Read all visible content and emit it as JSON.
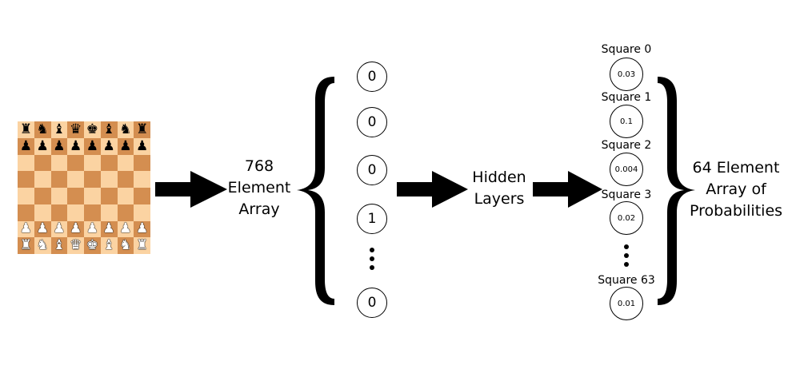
{
  "board": {
    "rows": [
      [
        "♜",
        "♞",
        "♝",
        "♛",
        "♚",
        "♝",
        "♞",
        "♜"
      ],
      [
        "♟",
        "♟",
        "♟",
        "♟",
        "♟",
        "♟",
        "♟",
        "♟"
      ],
      [
        "",
        "",
        "",
        "",
        "",
        "",
        "",
        ""
      ],
      [
        "",
        "",
        "",
        "",
        "",
        "",
        "",
        ""
      ],
      [
        "",
        "",
        "",
        "",
        "",
        "",
        "",
        ""
      ],
      [
        "",
        "",
        "",
        "",
        "",
        "",
        "",
        ""
      ],
      [
        "♟",
        "♟",
        "♟",
        "♟",
        "♟",
        "♟",
        "♟",
        "♟"
      ],
      [
        "♜",
        "♞",
        "♝",
        "♛",
        "♚",
        "♝",
        "♞",
        "♜"
      ]
    ],
    "colors": {
      "light": "#fbd3a2",
      "dark": "#d48e50"
    }
  },
  "labels": {
    "input_array": "768\nElement\nArray",
    "hidden_layers": "Hidden\nLayers",
    "output_array": "64 Element\nArray of\nProbabilities"
  },
  "input_nodes": [
    {
      "value": "0"
    },
    {
      "value": "0"
    },
    {
      "value": "0"
    },
    {
      "value": "1"
    },
    {
      "value": "0"
    }
  ],
  "output_nodes": [
    {
      "label": "Square 0",
      "value": "0.03"
    },
    {
      "label": "Square 1",
      "value": "0.1"
    },
    {
      "label": "Square 2",
      "value": "0.004"
    },
    {
      "label": "Square 3",
      "value": "0.02"
    },
    {
      "label": "Square 63",
      "value": "0.01"
    }
  ]
}
